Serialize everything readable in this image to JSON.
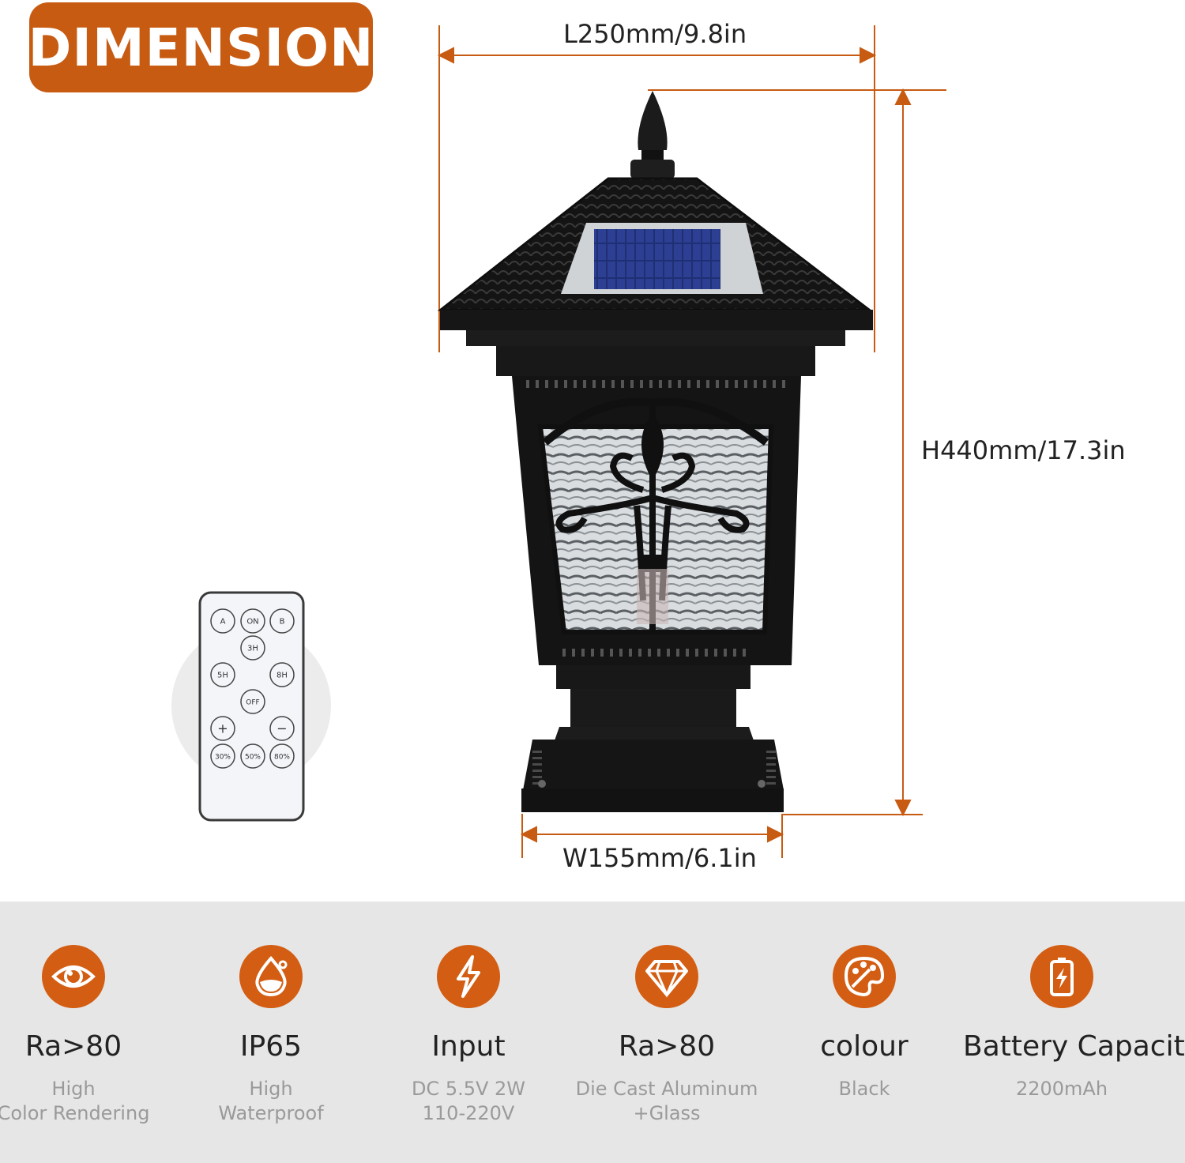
{
  "badge": {
    "title": "DIMENSION"
  },
  "dimensions": {
    "length": "L250mm/9.8in",
    "height": "H440mm/17.3in",
    "width": "W155mm/6.1in"
  },
  "remote": {
    "buttons": [
      "A",
      "ON",
      "B",
      "3H",
      "5H",
      "8H",
      "OFF",
      "+",
      "−",
      "30%",
      "50%",
      "80%"
    ]
  },
  "features": [
    {
      "icon": "eye-icon",
      "title": "Ra>80",
      "line1": "High",
      "line2": "Color Rendering"
    },
    {
      "icon": "water-drop-icon",
      "title": "IP65",
      "line1": "High",
      "line2": "Waterproof"
    },
    {
      "icon": "lightning-icon",
      "title": "Input",
      "line1": "DC 5.5V 2W",
      "line2": "110-220V"
    },
    {
      "icon": "diamond-icon",
      "title": "Ra>80",
      "line1": "Die Cast Aluminum",
      "line2": "+Glass"
    },
    {
      "icon": "palette-icon",
      "title": "colour",
      "line1": "Black",
      "line2": ""
    },
    {
      "icon": "battery-icon",
      "title": "Battery Capacity",
      "line1": "2200mAh",
      "line2": ""
    }
  ],
  "colors": {
    "accent": "#c85b12",
    "icon_bg": "#d35d12",
    "panel_bg": "#e6e6e6",
    "lamp": "#1b1b1b"
  }
}
